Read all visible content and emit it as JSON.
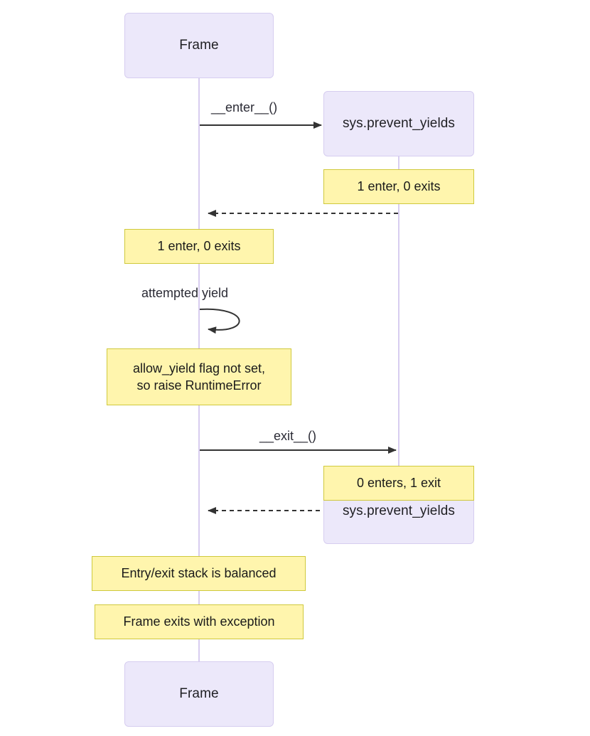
{
  "diagram": {
    "type": "sequence-diagram",
    "title": "sys.prevent_yields context manager sequence",
    "background_color": "#ffffff",
    "colors": {
      "participant_fill": "#ECE8FA",
      "participant_border": "#D6CDF0",
      "note_fill": "#FFF5AD",
      "note_border": "#CFC93C",
      "lifeline": "#D8CDF0",
      "arrow": "#333333",
      "text": "#1f1f23"
    }
  },
  "participants": [
    {
      "id": "frame",
      "label": "Frame"
    },
    {
      "id": "sys",
      "label": "sys.prevent_yields"
    }
  ],
  "header_boxes": [
    {
      "participant": "frame",
      "label": "Frame"
    },
    {
      "participant": "sys",
      "label": "sys.prevent_yields"
    }
  ],
  "footer_boxes": [
    {
      "participant": "frame",
      "label": "Frame"
    },
    {
      "participant": "sys",
      "label": "sys.prevent_yields"
    }
  ],
  "messages": [
    {
      "id": "m1",
      "label": "__enter__()",
      "from": "frame",
      "to": "sys",
      "style": "solid",
      "direction": "right"
    },
    {
      "id": "m2",
      "label": "",
      "from": "sys",
      "to": "frame",
      "style": "dashed",
      "direction": "left"
    },
    {
      "id": "m3",
      "label": "attempted yield",
      "from": "frame",
      "to": "frame",
      "style": "solid",
      "direction": "self-loop"
    },
    {
      "id": "m4",
      "label": "__exit__()",
      "from": "frame",
      "to": "sys",
      "style": "solid",
      "direction": "right"
    },
    {
      "id": "m5",
      "label": "",
      "from": "sys",
      "to": "frame",
      "style": "dashed",
      "direction": "left"
    }
  ],
  "notes": [
    {
      "id": "n1",
      "over": "sys",
      "side": "right",
      "lines": [
        "1 enter, 0 exits"
      ]
    },
    {
      "id": "n2",
      "over": "frame",
      "side": "left",
      "lines": [
        "1 enter, 0 exits"
      ]
    },
    {
      "id": "n3",
      "over": "frame",
      "side": "left",
      "lines": [
        "allow_yield flag not set,",
        "so raise RuntimeError"
      ]
    },
    {
      "id": "n4",
      "over": "sys",
      "side": "right",
      "lines": [
        "0 enters, 1 exit"
      ]
    },
    {
      "id": "n5",
      "over": "frame",
      "side": "left",
      "lines": [
        "Entry/exit stack is balanced"
      ]
    },
    {
      "id": "n6",
      "over": "frame",
      "side": "left",
      "lines": [
        "Frame exits with exception"
      ]
    }
  ],
  "labels": {
    "frame_top": "Frame",
    "frame_bottom": "Frame",
    "sys_top": "sys.prevent_yields",
    "sys_bottom": "sys.prevent_yields",
    "msg_enter": "__enter__()",
    "msg_attempted_yield": "attempted yield",
    "msg_exit": "__exit__()",
    "note_sys_enter": "1 enter, 0 exits",
    "note_frame_enter": "1 enter, 0 exits",
    "note_raise_line1": "allow_yield flag not set,",
    "note_raise_line2": "so raise RuntimeError",
    "note_sys_exit": "0 enters, 1 exit",
    "note_balanced": "Entry/exit stack is balanced",
    "note_frame_exception": "Frame exits with exception"
  }
}
